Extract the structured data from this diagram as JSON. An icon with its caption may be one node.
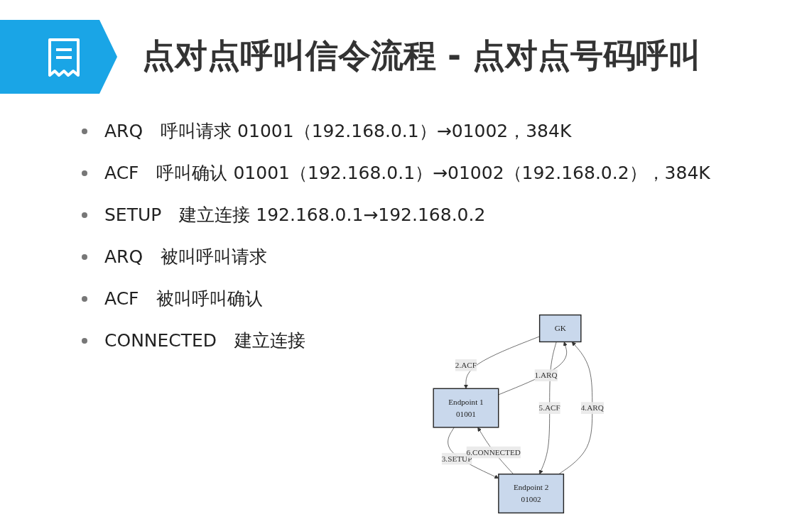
{
  "diagram": {
    "title": "点对点呼叫信令流程 - 点对点号码呼叫",
    "nodes": [
      {
        "text": [
          "GK"
        ]
      },
      {
        "text": [
          "Endpoint 1",
          "01001"
        ]
      },
      {
        "text": [
          "Endpoint 2",
          "01002"
        ]
      }
    ],
    "edges": [
      {
        "from": 1,
        "to": 0,
        "arrow": "to",
        "label": "1.ARQ"
      },
      {
        "from": 0,
        "to": 1,
        "arrow": "to",
        "label": "2.ACF"
      },
      {
        "from": 1,
        "to": 2,
        "arrow": "to",
        "label": "3.SETUP"
      },
      {
        "from": 2,
        "to": 0,
        "arrow": "to",
        "label": "4.ARQ"
      },
      {
        "from": 0,
        "to": 2,
        "arrow": "to",
        "label": "5.ACF"
      },
      {
        "from": 2,
        "to": 1,
        "arrow": "to",
        "label": "6.CONNECTED"
      }
    ],
    "labels": [
      "ARQ　呼叫请求 01001（192.168.0.1）→01002，384K",
      "ACF　呼叫确认 01001（192.168.0.1）→01002（192.168.0.2），384K",
      "SETUP　建立连接 192.168.0.1→192.168.0.2",
      "ARQ　被叫呼叫请求",
      "ACF　被叫呼叫确认",
      "CONNECTED　建立连接"
    ]
  }
}
